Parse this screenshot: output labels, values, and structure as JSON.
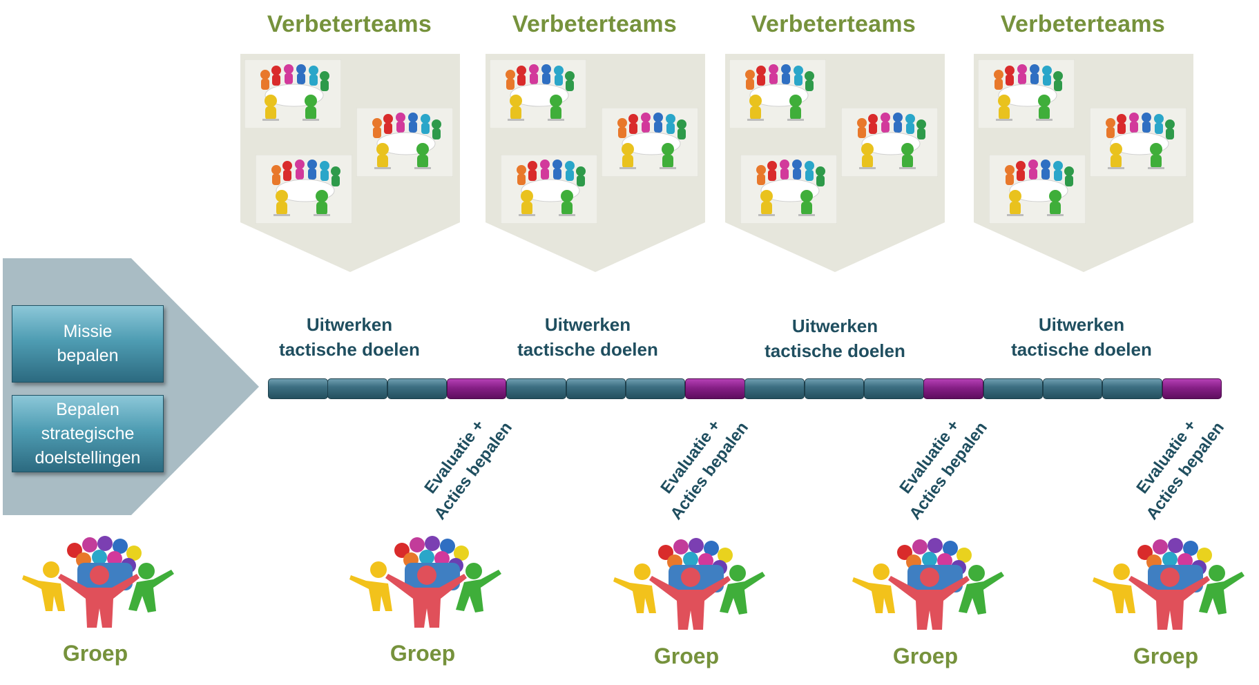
{
  "colors": {
    "team_title": "#76923c",
    "phase_text": "#1f4e5f",
    "timeline_teal": "#2f6272",
    "timeline_purple": "#8a1f8a",
    "shield_fill": "#e6e6dc",
    "left_arrow": "#a9bcc4",
    "button_fill": "#4f9db3"
  },
  "teams": [
    {
      "title": "Verbeterteams"
    },
    {
      "title": "Verbeterteams"
    },
    {
      "title": "Verbeterteams"
    },
    {
      "title": "Verbeterteams"
    }
  ],
  "phases": [
    {
      "line1": "Uitwerken",
      "line2": "tactische doelen"
    },
    {
      "line1": "Uitwerken",
      "line2": "tactische doelen"
    },
    {
      "line1": "Uitwerken",
      "line2": "tactische doelen"
    },
    {
      "line1": "Uitwerken",
      "line2": "tactische doelen"
    }
  ],
  "evaluations": [
    {
      "line1": "Evaluatie +",
      "line2": "Acties bepalen"
    },
    {
      "line1": "Evaluatie +",
      "line2": "Acties bepalen"
    },
    {
      "line1": "Evaluatie +",
      "line2": "Acties bepalen"
    },
    {
      "line1": "Evaluatie +",
      "line2": "Acties bepalen"
    }
  ],
  "left_panel": {
    "box1": {
      "line1": "Missie",
      "line2": "bepalen"
    },
    "box2": {
      "line1": "Bepalen",
      "line2": "strategische",
      "line3": "doelstellingen"
    }
  },
  "groups": [
    {
      "label": "Groep"
    },
    {
      "label": "Groep"
    },
    {
      "label": "Groep"
    },
    {
      "label": "Groep"
    },
    {
      "label": "Groep"
    }
  ],
  "timeline_segments": [
    "teal",
    "teal",
    "teal",
    "purple",
    "teal",
    "teal",
    "teal",
    "purple",
    "teal",
    "teal",
    "teal",
    "purple",
    "teal",
    "teal",
    "teal",
    "purple"
  ]
}
